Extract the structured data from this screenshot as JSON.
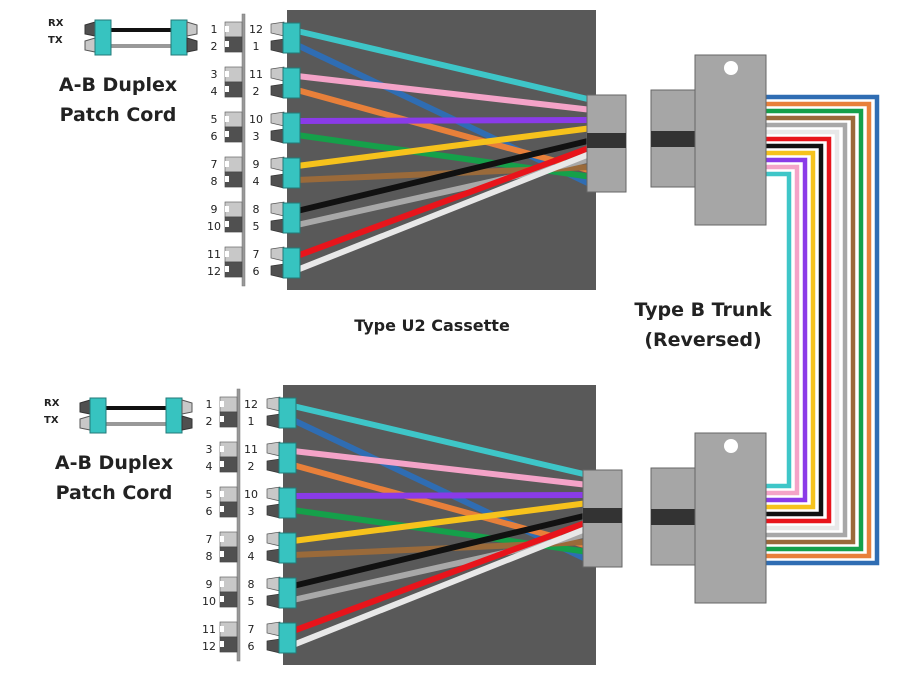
{
  "labels": {
    "patch_cord_line1": "A-B Duplex",
    "patch_cord_line2": "Patch Cord",
    "cassette": "Type U2 Cassette",
    "trunk_line1": "Type B Trunk",
    "trunk_line2": "(Reversed)",
    "rx": "RX",
    "tx": "TX"
  },
  "adapter_port_numbers": [
    "1",
    "2",
    "3",
    "4",
    "5",
    "6",
    "7",
    "8",
    "9",
    "10",
    "11",
    "12"
  ],
  "cassette_fiber_numbers": [
    "12",
    "1",
    "11",
    "2",
    "10",
    "3",
    "9",
    "4",
    "8",
    "5",
    "7",
    "6"
  ],
  "fiber_colors": {
    "1": "#2f6db3",
    "2": "#e8803a",
    "3": "#15a04a",
    "4": "#9a6a3a",
    "5": "#a8a8a8",
    "6": "#e8e8e8",
    "7": "#e8141b",
    "8": "#111111",
    "9": "#f6c21c",
    "10": "#8a3be8",
    "11": "#f4a3c8",
    "12": "#3ec6c8"
  },
  "trunk_fiber_order": [
    "1",
    "2",
    "3",
    "4",
    "5",
    "6",
    "7",
    "8",
    "9",
    "10",
    "11",
    "12"
  ],
  "colors": {
    "cassette": "#595959",
    "connector": "#37c3c0",
    "mpo": "#a6a6a6",
    "mpo_band": "#333333"
  }
}
